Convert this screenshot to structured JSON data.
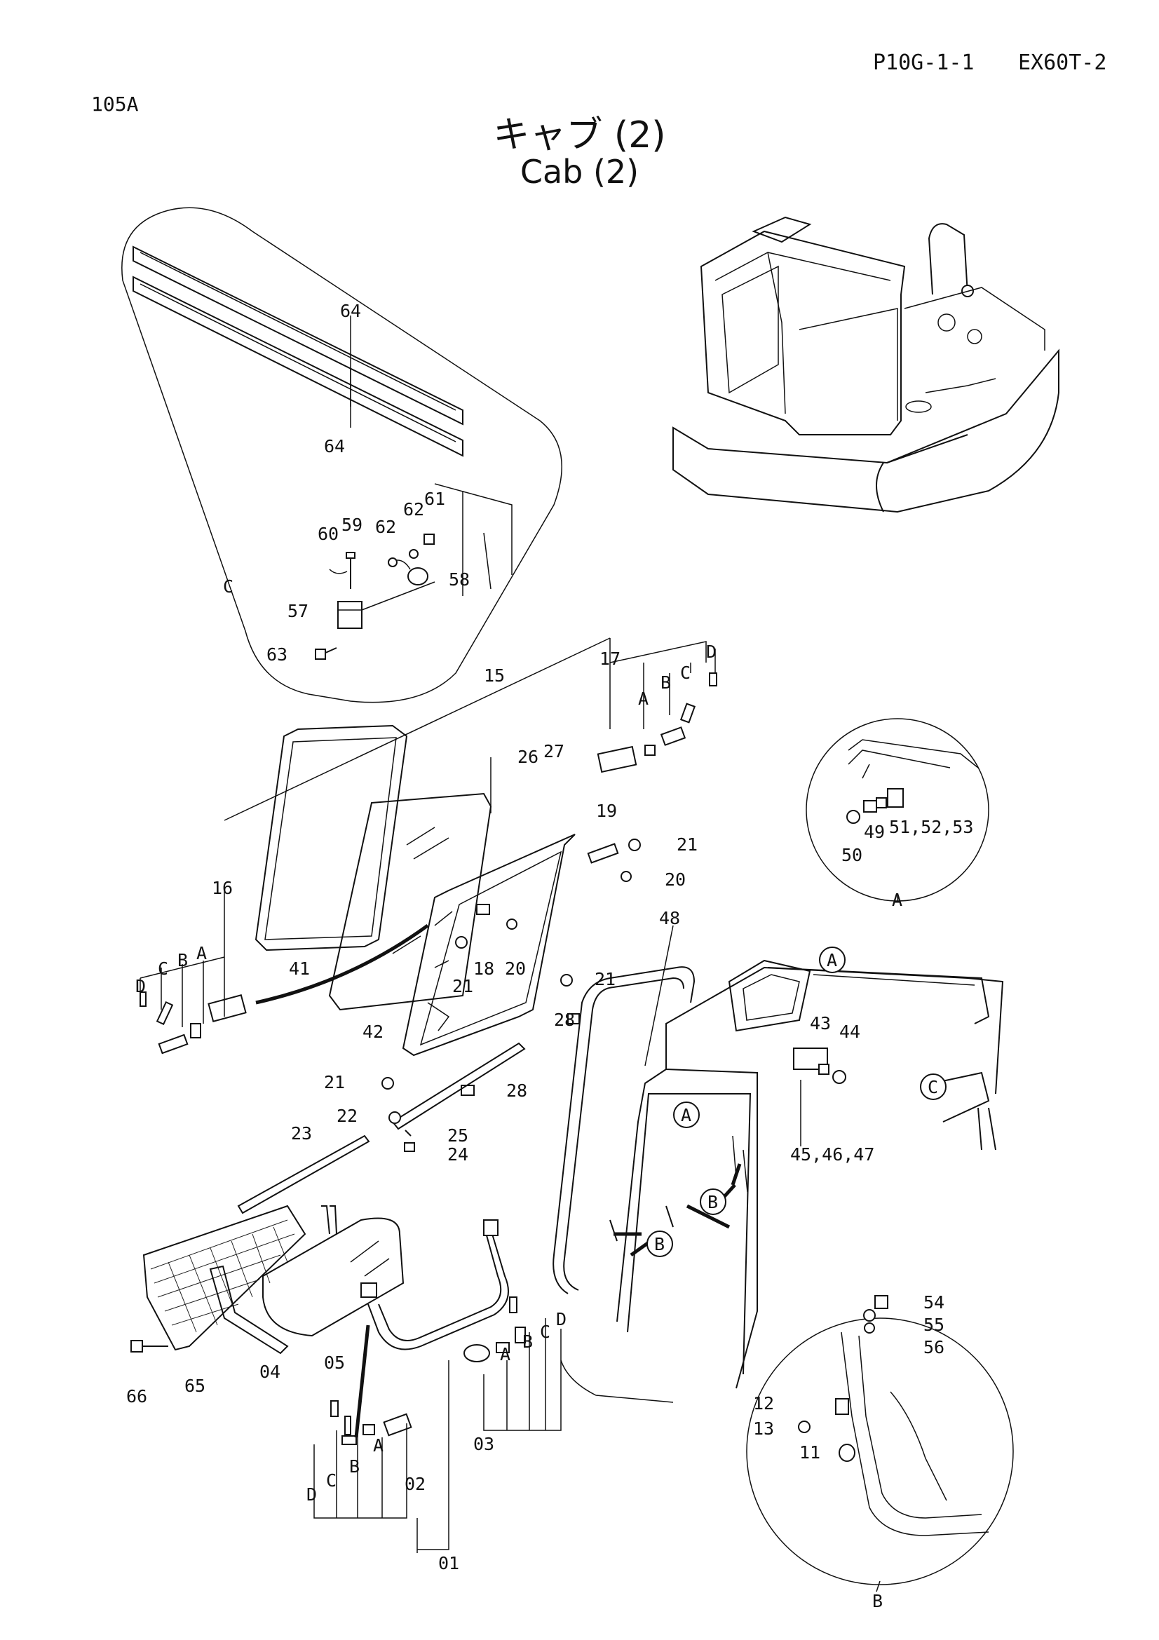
{
  "header": {
    "page_code": "P10G-1-1",
    "model_code": "EX60T-2",
    "figure_number": "105A"
  },
  "title": {
    "japanese": "キャブ (2)",
    "english": "Cab (2)"
  },
  "detail_views": {
    "A": "A",
    "B": "B",
    "C": "C"
  },
  "callouts": {
    "p01": "01",
    "p02": "02",
    "p03": "03",
    "p04": "04",
    "p05": "05",
    "p11": "11",
    "p12": "12",
    "p13": "13",
    "p15": "15",
    "p16": "16",
    "p17": "17",
    "p18": "18",
    "p19": "19",
    "p20a": "20",
    "p20b": "20",
    "p21a": "21",
    "p21b": "21",
    "p21c": "21",
    "p21d": "21",
    "p22": "22",
    "p23": "23",
    "p24": "24",
    "p25": "25",
    "p26": "26",
    "p27": "27",
    "p28a": "28",
    "p28b": "28",
    "p41": "41",
    "p42": "42",
    "p43": "43",
    "p44": "44",
    "p45_47": "45,46,47",
    "p48": "48",
    "p49": "49",
    "p50": "50",
    "p51_53": "51,52,53",
    "p54": "54",
    "p55": "55",
    "p56": "56",
    "p57": "57",
    "p58": "58",
    "p59": "59",
    "p60": "60",
    "p61": "61",
    "p62a": "62",
    "p62b": "62",
    "p63": "63",
    "p64a": "64",
    "p64b": "64",
    "p65": "65",
    "p66": "66"
  },
  "letter_keys": {
    "A": "A",
    "B": "B",
    "C": "C",
    "D": "D"
  }
}
